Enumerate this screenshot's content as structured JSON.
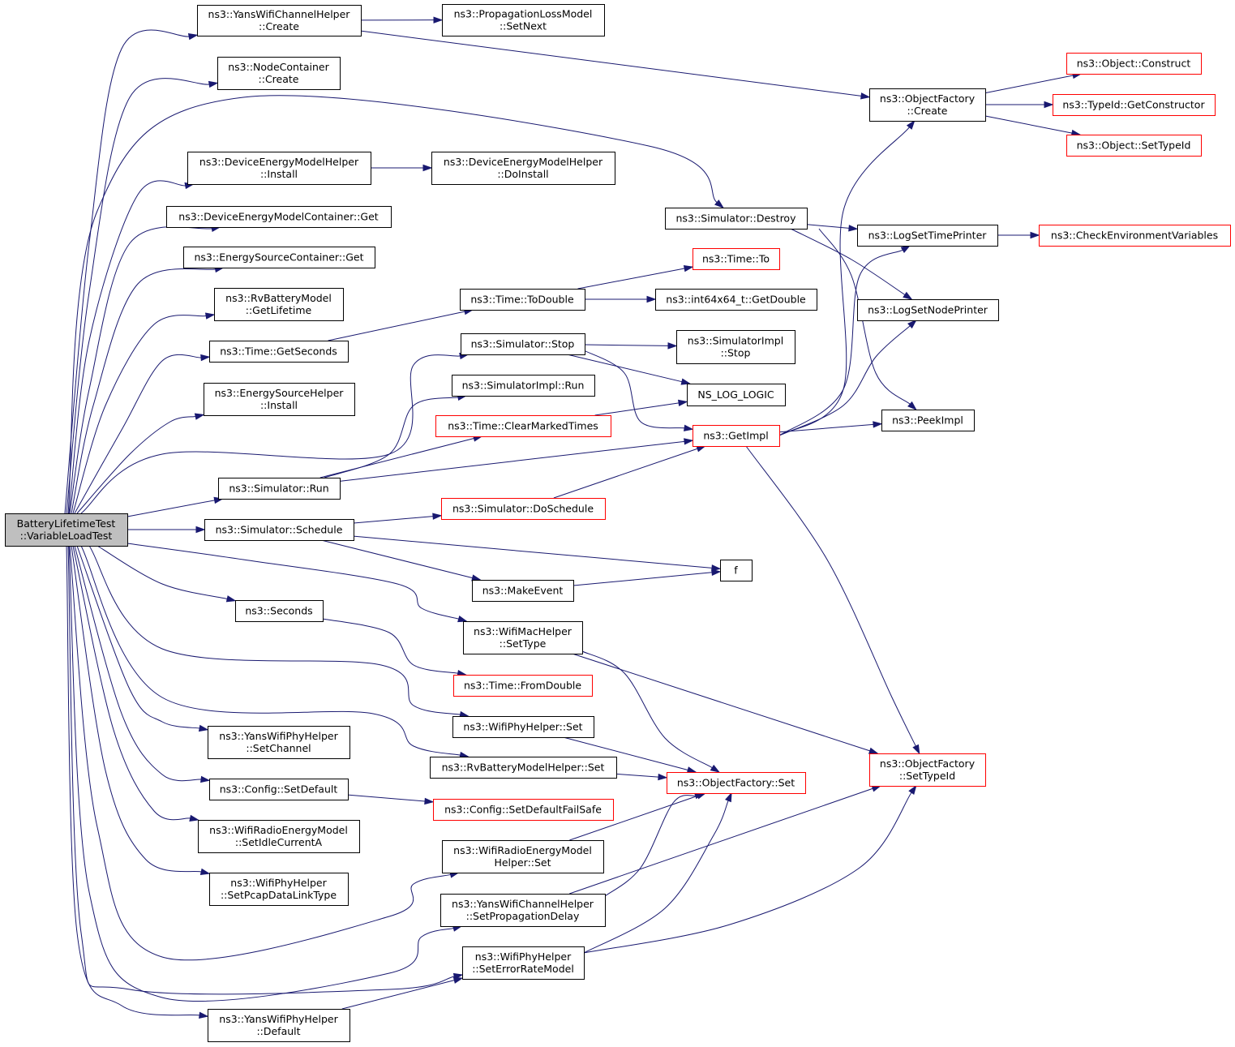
{
  "graph": {
    "colors": {
      "root_fill": "#bfbfbf",
      "node_fill": "#ffffff",
      "border_default": "#000000",
      "border_truncated": "#ff0000",
      "edge": "#191970"
    },
    "nodes": [
      {
        "id": "root",
        "lines": [
          "BatteryLifetimeTest",
          "::VariableLoadTest"
        ],
        "style": "root"
      },
      {
        "id": "yans_channel_create",
        "lines": [
          "ns3::YansWifiChannelHelper",
          "::Create"
        ],
        "style": "normal"
      },
      {
        "id": "nodecontainer_create",
        "lines": [
          "ns3::NodeContainer",
          "::Create"
        ],
        "style": "normal"
      },
      {
        "id": "demh_install",
        "lines": [
          "ns3::DeviceEnergyModelHelper",
          "::Install"
        ],
        "style": "normal"
      },
      {
        "id": "demc_get",
        "lines": [
          "ns3::DeviceEnergyModelContainer::Get"
        ],
        "style": "normal"
      },
      {
        "id": "esc_get",
        "lines": [
          "ns3::EnergySourceContainer::Get"
        ],
        "style": "normal"
      },
      {
        "id": "rvbm_getlifetime",
        "lines": [
          "ns3::RvBatteryModel",
          "::GetLifetime"
        ],
        "style": "normal"
      },
      {
        "id": "time_getseconds",
        "lines": [
          "ns3::Time::GetSeconds"
        ],
        "style": "normal"
      },
      {
        "id": "esh_install",
        "lines": [
          "ns3::EnergySourceHelper",
          "::Install"
        ],
        "style": "normal"
      },
      {
        "id": "sim_run",
        "lines": [
          "ns3::Simulator::Run"
        ],
        "style": "normal"
      },
      {
        "id": "sim_schedule",
        "lines": [
          "ns3::Simulator::Schedule"
        ],
        "style": "normal"
      },
      {
        "id": "seconds",
        "lines": [
          "ns3::Seconds"
        ],
        "style": "normal"
      },
      {
        "id": "yansphy_setchannel",
        "lines": [
          "ns3::YansWifiPhyHelper",
          "::SetChannel"
        ],
        "style": "normal"
      },
      {
        "id": "config_setdefault",
        "lines": [
          "ns3::Config::SetDefault"
        ],
        "style": "normal"
      },
      {
        "id": "wrem_setidle",
        "lines": [
          "ns3::WifiRadioEnergyModel",
          "::SetIdleCurrentA"
        ],
        "style": "normal"
      },
      {
        "id": "wifiphy_setpcap",
        "lines": [
          "ns3::WifiPhyHelper",
          "::SetPcapDataLinkType"
        ],
        "style": "normal"
      },
      {
        "id": "yansphy_default",
        "lines": [
          "ns3::YansWifiPhyHelper",
          "::Default"
        ],
        "style": "normal"
      },
      {
        "id": "plm_setnext",
        "lines": [
          "ns3::PropagationLossModel",
          "::SetNext"
        ],
        "style": "normal"
      },
      {
        "id": "demh_doinstall",
        "lines": [
          "ns3::DeviceEnergyModelHelper",
          "::DoInstall"
        ],
        "style": "normal"
      },
      {
        "id": "time_todouble",
        "lines": [
          "ns3::Time::ToDouble"
        ],
        "style": "normal"
      },
      {
        "id": "sim_stop",
        "lines": [
          "ns3::Simulator::Stop"
        ],
        "style": "normal"
      },
      {
        "id": "simimpl_run",
        "lines": [
          "ns3::SimulatorImpl::Run"
        ],
        "style": "normal"
      },
      {
        "id": "time_clearmarked",
        "lines": [
          "ns3::Time::ClearMarkedTimes"
        ],
        "style": "truncated"
      },
      {
        "id": "sim_doschedule",
        "lines": [
          "ns3::Simulator::DoSchedule"
        ],
        "style": "truncated"
      },
      {
        "id": "makeevent",
        "lines": [
          "ns3::MakeEvent"
        ],
        "style": "normal"
      },
      {
        "id": "wifimac_settype",
        "lines": [
          "ns3::WifiMacHelper",
          "::SetType"
        ],
        "style": "normal"
      },
      {
        "id": "time_fromdouble",
        "lines": [
          "ns3::Time::FromDouble"
        ],
        "style": "truncated"
      },
      {
        "id": "wifiphy_set",
        "lines": [
          "ns3::WifiPhyHelper::Set"
        ],
        "style": "normal"
      },
      {
        "id": "rvbmh_set",
        "lines": [
          "ns3::RvBatteryModelHelper::Set"
        ],
        "style": "normal"
      },
      {
        "id": "config_setdefaultfailsafe",
        "lines": [
          "ns3::Config::SetDefaultFailSafe"
        ],
        "style": "truncated"
      },
      {
        "id": "wremh_set",
        "lines": [
          "ns3::WifiRadioEnergyModel",
          "Helper::Set"
        ],
        "style": "normal"
      },
      {
        "id": "yanschannel_setpropdelay",
        "lines": [
          "ns3::YansWifiChannelHelper",
          "::SetPropagationDelay"
        ],
        "style": "normal"
      },
      {
        "id": "wifiphy_seterrorrate",
        "lines": [
          "ns3::WifiPhyHelper",
          "::SetErrorRateModel"
        ],
        "style": "normal"
      },
      {
        "id": "sim_destroy",
        "lines": [
          "ns3::Simulator::Destroy"
        ],
        "style": "normal"
      },
      {
        "id": "time_to",
        "lines": [
          "ns3::Time::To"
        ],
        "style": "truncated"
      },
      {
        "id": "int64_getdouble",
        "lines": [
          "ns3::int64x64_t::GetDouble"
        ],
        "style": "normal"
      },
      {
        "id": "simimpl_stop",
        "lines": [
          "ns3::SimulatorImpl",
          "::Stop"
        ],
        "style": "normal"
      },
      {
        "id": "ns_log_logic",
        "lines": [
          "NS_LOG_LOGIC"
        ],
        "style": "normal"
      },
      {
        "id": "getimpl",
        "lines": [
          "ns3::GetImpl"
        ],
        "style": "truncated"
      },
      {
        "id": "f",
        "lines": [
          "f"
        ],
        "style": "normal"
      },
      {
        "id": "objfactory_set",
        "lines": [
          "ns3::ObjectFactory::Set"
        ],
        "style": "truncated"
      },
      {
        "id": "objfactory_create",
        "lines": [
          "ns3::ObjectFactory",
          "::Create"
        ],
        "style": "normal"
      },
      {
        "id": "logsettimeprinter",
        "lines": [
          "ns3::LogSetTimePrinter"
        ],
        "style": "normal"
      },
      {
        "id": "logsetnodeprinter",
        "lines": [
          "ns3::LogSetNodePrinter"
        ],
        "style": "normal"
      },
      {
        "id": "peekimpl",
        "lines": [
          "ns3::PeekImpl"
        ],
        "style": "normal"
      },
      {
        "id": "objfactory_settypeid",
        "lines": [
          "ns3::ObjectFactory",
          "::SetTypeId"
        ],
        "style": "truncated"
      },
      {
        "id": "object_construct",
        "lines": [
          "ns3::Object::Construct"
        ],
        "style": "truncated"
      },
      {
        "id": "typeid_getconstructor",
        "lines": [
          "ns3::TypeId::GetConstructor"
        ],
        "style": "truncated"
      },
      {
        "id": "object_settypeid",
        "lines": [
          "ns3::Object::SetTypeId"
        ],
        "style": "truncated"
      },
      {
        "id": "checkenvvars",
        "lines": [
          "ns3::CheckEnvironmentVariables"
        ],
        "style": "truncated"
      }
    ],
    "edges": [
      [
        "root",
        "yans_channel_create"
      ],
      [
        "root",
        "nodecontainer_create"
      ],
      [
        "root",
        "sim_destroy"
      ],
      [
        "root",
        "demh_install"
      ],
      [
        "root",
        "demc_get"
      ],
      [
        "root",
        "esc_get"
      ],
      [
        "root",
        "rvbm_getlifetime"
      ],
      [
        "root",
        "time_getseconds"
      ],
      [
        "root",
        "esh_install"
      ],
      [
        "root",
        "sim_stop"
      ],
      [
        "root",
        "sim_run"
      ],
      [
        "root",
        "sim_schedule"
      ],
      [
        "root",
        "seconds"
      ],
      [
        "root",
        "wifimac_settype"
      ],
      [
        "root",
        "wifiphy_set"
      ],
      [
        "root",
        "rvbmh_set"
      ],
      [
        "root",
        "yansphy_setchannel"
      ],
      [
        "root",
        "config_setdefault"
      ],
      [
        "root",
        "wrem_setidle"
      ],
      [
        "root",
        "wifiphy_setpcap"
      ],
      [
        "root",
        "wremh_set"
      ],
      [
        "root",
        "yanschannel_setpropdelay"
      ],
      [
        "root",
        "wifiphy_seterrorrate"
      ],
      [
        "root",
        "yansphy_default"
      ],
      [
        "yans_channel_create",
        "plm_setnext"
      ],
      [
        "yans_channel_create",
        "objfactory_create"
      ],
      [
        "demh_install",
        "demh_doinstall"
      ],
      [
        "time_getseconds",
        "time_todouble"
      ],
      [
        "sim_run",
        "simimpl_run"
      ],
      [
        "sim_run",
        "time_clearmarked"
      ],
      [
        "sim_run",
        "getimpl"
      ],
      [
        "sim_schedule",
        "sim_doschedule"
      ],
      [
        "sim_schedule",
        "f"
      ],
      [
        "sim_schedule",
        "makeevent"
      ],
      [
        "seconds",
        "time_fromdouble"
      ],
      [
        "config_setdefault",
        "config_setdefaultfailsafe"
      ],
      [
        "yansphy_default",
        "wifiphy_seterrorrate"
      ],
      [
        "time_todouble",
        "time_to"
      ],
      [
        "time_todouble",
        "int64_getdouble"
      ],
      [
        "sim_stop",
        "simimpl_stop"
      ],
      [
        "sim_stop",
        "ns_log_logic"
      ],
      [
        "sim_stop",
        "getimpl"
      ],
      [
        "time_clearmarked",
        "ns_log_logic"
      ],
      [
        "sim_doschedule",
        "getimpl"
      ],
      [
        "makeevent",
        "f"
      ],
      [
        "wifimac_settype",
        "objfactory_set"
      ],
      [
        "wifimac_settype",
        "objfactory_settypeid"
      ],
      [
        "wifiphy_set",
        "objfactory_set"
      ],
      [
        "rvbmh_set",
        "objfactory_set"
      ],
      [
        "wremh_set",
        "objfactory_set"
      ],
      [
        "yanschannel_setpropdelay",
        "objfactory_set"
      ],
      [
        "yanschannel_setpropdelay",
        "objfactory_settypeid"
      ],
      [
        "wifiphy_seterrorrate",
        "objfactory_set"
      ],
      [
        "wifiphy_seterrorrate",
        "objfactory_settypeid"
      ],
      [
        "sim_destroy",
        "logsettimeprinter"
      ],
      [
        "sim_destroy",
        "logsetnodeprinter"
      ],
      [
        "sim_destroy",
        "peekimpl"
      ],
      [
        "getimpl",
        "objfactory_create"
      ],
      [
        "getimpl",
        "logsettimeprinter"
      ],
      [
        "getimpl",
        "logsetnodeprinter"
      ],
      [
        "getimpl",
        "peekimpl"
      ],
      [
        "getimpl",
        "objfactory_settypeid"
      ],
      [
        "objfactory_create",
        "object_construct"
      ],
      [
        "objfactory_create",
        "typeid_getconstructor"
      ],
      [
        "objfactory_create",
        "object_settypeid"
      ],
      [
        "logsettimeprinter",
        "checkenvvars"
      ]
    ]
  }
}
